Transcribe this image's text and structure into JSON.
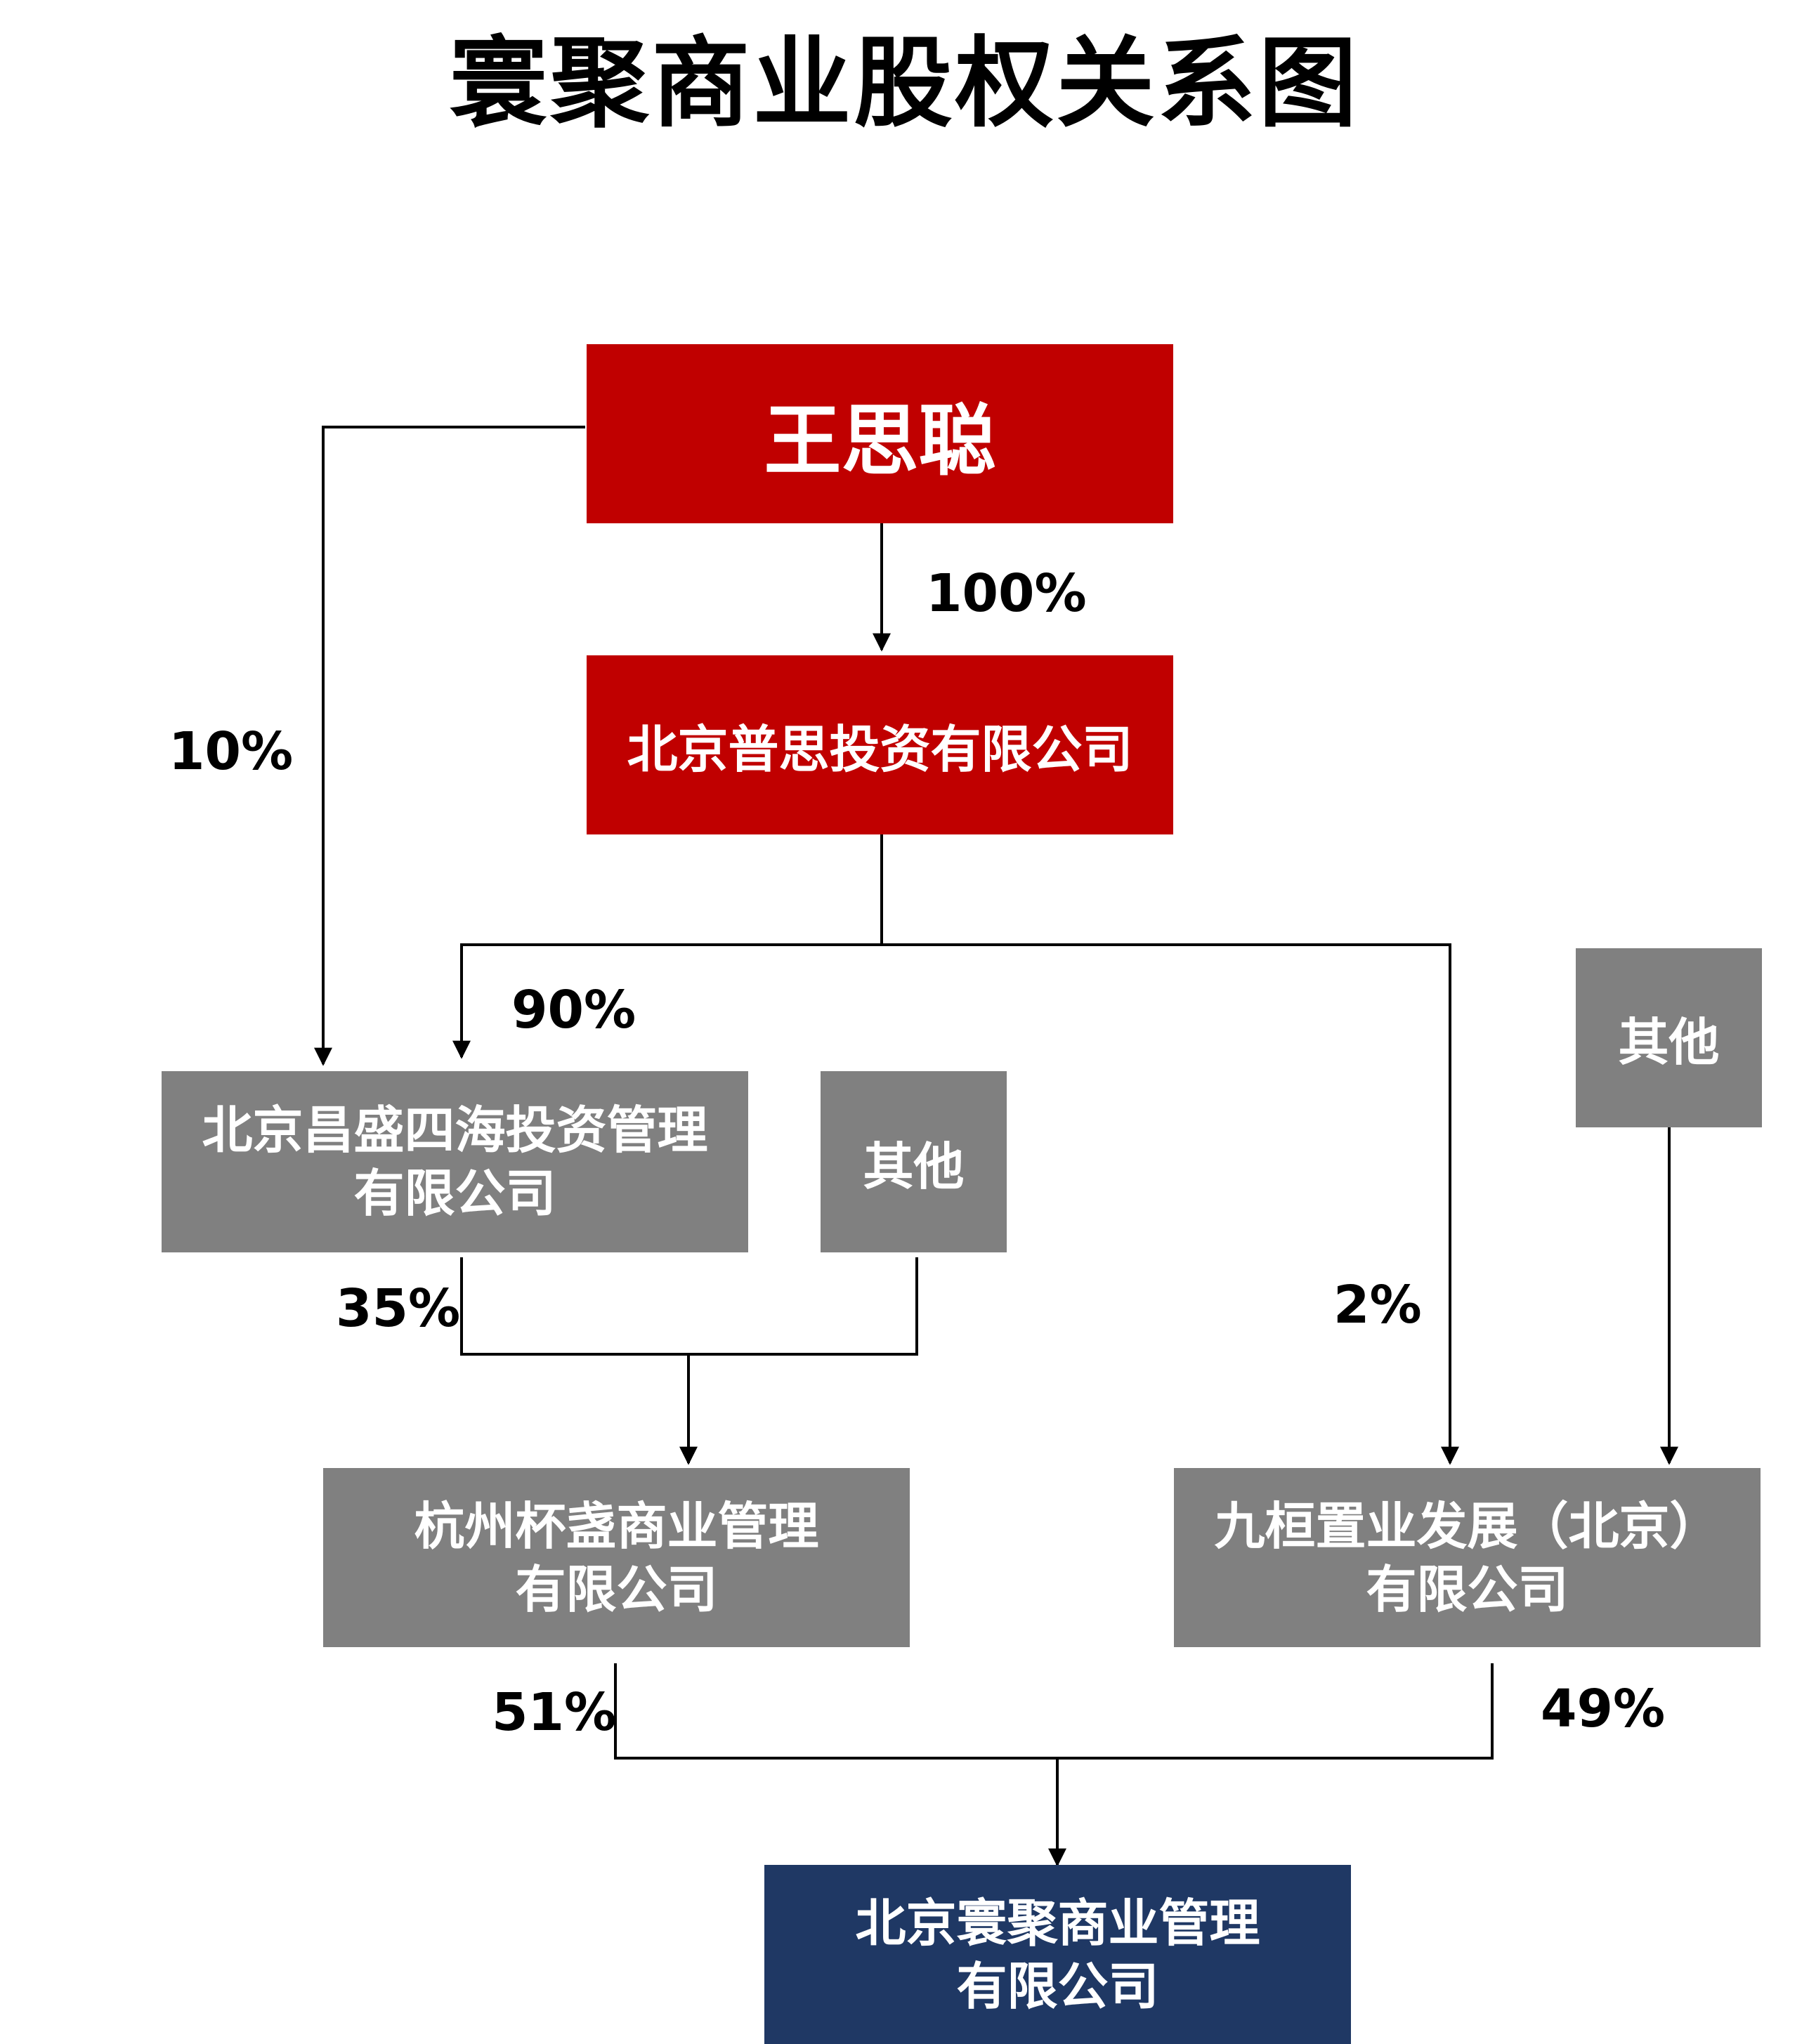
{
  "title": "寰聚商业股权关系图",
  "colors": {
    "owner": "#c00000",
    "entity": "#808080",
    "target": "#1f3864",
    "line": "#000000"
  },
  "nodes": {
    "wang": {
      "label": "王思聪"
    },
    "pusi": {
      "label": "北京普思投资有限公司"
    },
    "changsheng": {
      "line1": "北京昌盛四海投资管理",
      "line2": "有限公司"
    },
    "other_left": {
      "label": "其他"
    },
    "other_right": {
      "label": "其他"
    },
    "beizhan": {
      "line1": "杭州杯盏商业管理",
      "line2": "有限公司"
    },
    "jiuhuan": {
      "line1": "九桓置业发展（北京）",
      "line2": "有限公司"
    },
    "huanju": {
      "line1": "北京寰聚商业管理",
      "line2": "有限公司"
    }
  },
  "edges": {
    "wang_pusi": "100%",
    "wang_changsheng": "10%",
    "pusi_changsheng": "90%",
    "changsheng_beizhan": "35%",
    "pusi_jiuhuan": "2%",
    "beizhan_huanju": "51%",
    "jiuhuan_huanju": "49%"
  }
}
